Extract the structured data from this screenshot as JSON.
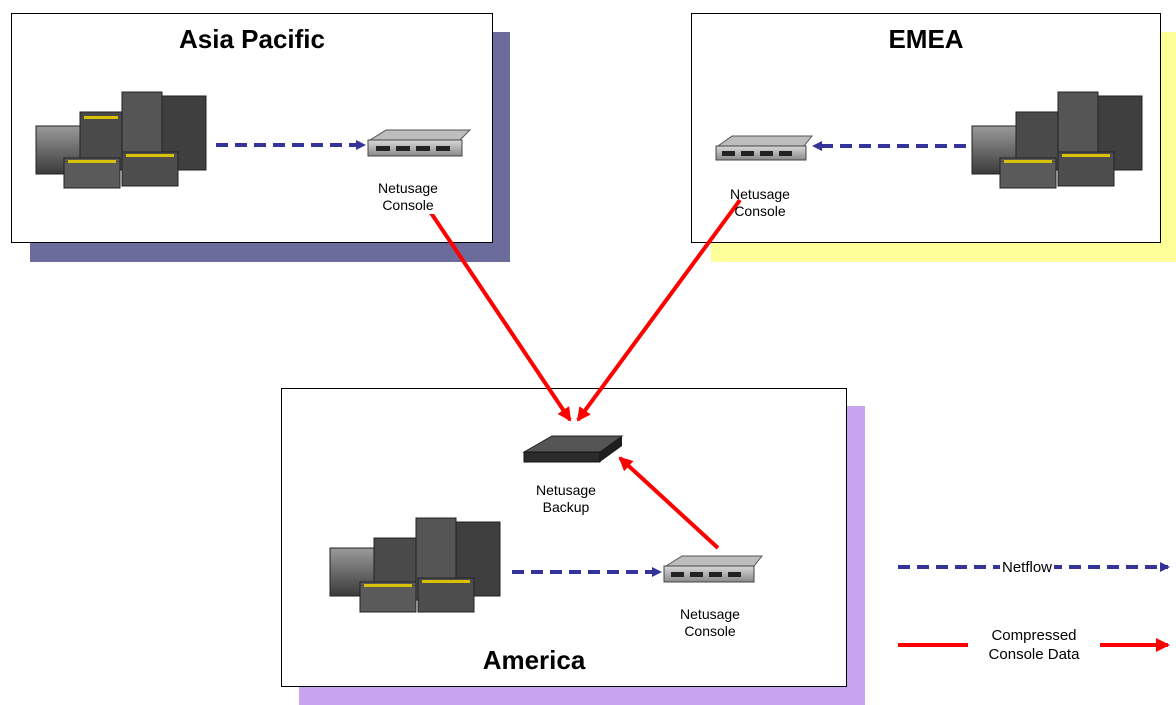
{
  "regions": {
    "asia_pacific": {
      "title": "Asia Pacific",
      "shadow_color": "#6b6b9c"
    },
    "emea": {
      "title": "EMEA",
      "shadow_color": "#ffff99"
    },
    "america": {
      "title": "America",
      "shadow_color": "#c7a3f0"
    }
  },
  "devices": {
    "asia_console": {
      "line1": "Netusage",
      "line2": "Console"
    },
    "emea_console": {
      "line1": "Netusage",
      "line2": "Console"
    },
    "america_backup": {
      "line1": "Netusage",
      "line2": "Backup"
    },
    "america_console": {
      "line1": "Netusage",
      "line2": "Console"
    }
  },
  "legend": {
    "netflow": {
      "label": "Netflow",
      "color": "#333399"
    },
    "compressed": {
      "line1": "Compressed",
      "line2": "Console Data",
      "color": "#ff0000"
    }
  }
}
